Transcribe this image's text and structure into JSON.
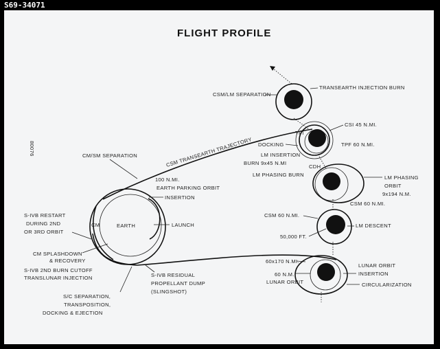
{
  "photo_id": "S69-34071",
  "title": "FLIGHT PROFILE",
  "margin_code": "80076",
  "earth": {
    "earth_label": "EARTH",
    "cm_label": "CM",
    "cm_sm_separation": "CM/SM SEPARATION",
    "parking_orbit": [
      "100 N.MI.",
      "EARTH PARKING ORBIT"
    ],
    "insertion": "INSERTION",
    "launch": "LAUNCH",
    "sivb_restart": [
      "S-IVB RESTART",
      "DURING 2ND",
      "OR 3RD ORBIT"
    ],
    "splashdown": [
      "CM SPLASHDOWN",
      "& RECOVERY"
    ],
    "tli": [
      "S-IVB 2ND BURN CUTOFF",
      "TRANSLUNAR INJECTION"
    ],
    "residual_dump": [
      "S-IVB RESIDUAL",
      "PROPELLANT DUMP",
      "(SLINGSHOT)"
    ],
    "sc_separation": [
      "S/C SEPARATION,",
      "TRANSPOSITION,",
      "DOCKING & EJECTION"
    ]
  },
  "trajectory_label": "CSM TRANSEARTH TRAJECTORY",
  "moon": {
    "csm_lm_separation": "CSM/LM SEPARATION",
    "tei_burn": "TRANSEARTH INJECTION BURN",
    "csi": "CSI 45 N.MI.",
    "tpi": "TPI",
    "docking": "DOCKING",
    "tpf": "TPF 60 N.MI.",
    "lm_insertion": [
      "LM INSERTION",
      "BURN 9x45 N.MI"
    ],
    "cdh": "CDH",
    "lm_phasing_burn": "LM PHASING BURN",
    "lm_phasing_orbit": [
      "LM PHASING",
      "ORBIT",
      "9x194 N.M."
    ],
    "csm_60_a": "CSM 60 N.MI.",
    "csm_60_b": "CSM 60 N.MI.",
    "lm_descent": "LM DESCENT",
    "altitude": "50,000 FT.",
    "orbit_60x170": "60x170 N.MI.",
    "lunar_orbit_60": [
      "60 N.M.",
      "LUNAR ORBIT"
    ],
    "loi": [
      "LUNAR ORBIT",
      "INSERTION"
    ],
    "circularization": "CIRCULARIZATION"
  }
}
